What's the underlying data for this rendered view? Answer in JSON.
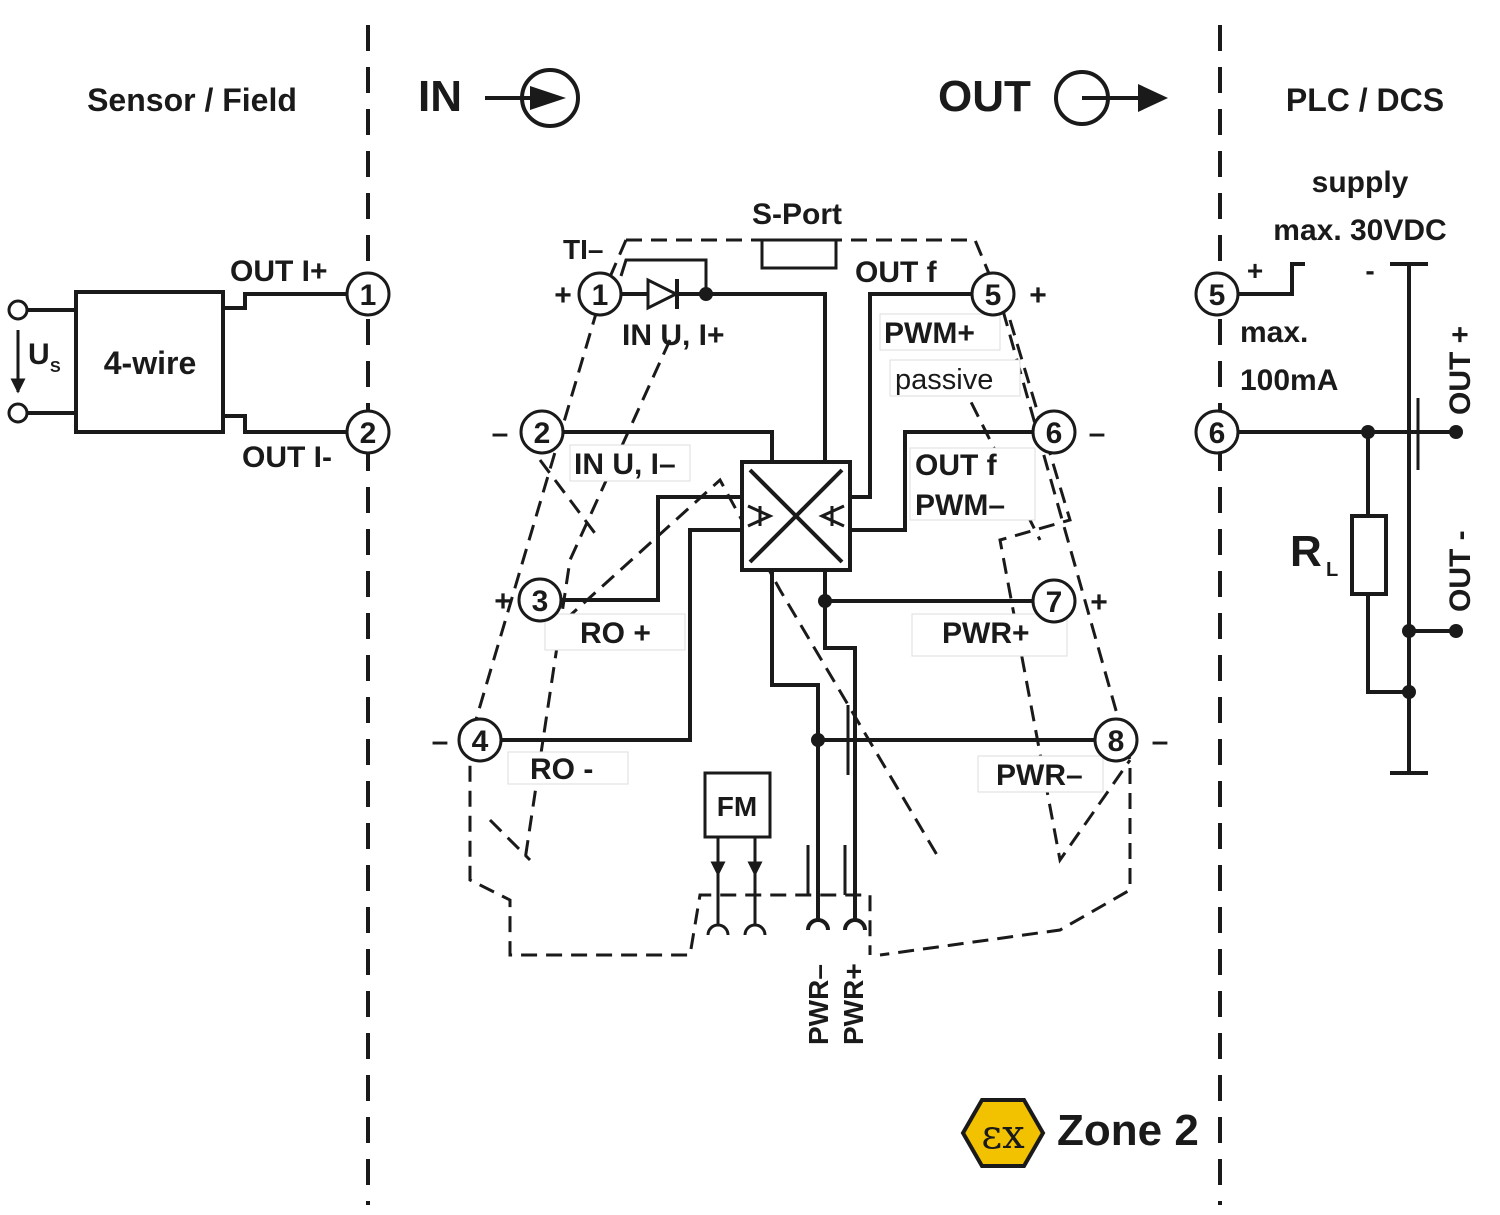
{
  "zones": {
    "sensor_field": "Sensor / Field",
    "in": "IN",
    "out": "OUT",
    "plc_dcs": "PLC / DCS"
  },
  "sensor": {
    "device": "4-wire",
    "supply_symbol": "U",
    "supply_subscript": "S",
    "out_plus": "OUT I+",
    "out_minus": "OUT I-"
  },
  "module": {
    "s_port": "S-Port",
    "ti_minus": "TI–",
    "in_u_iplus": "IN U, I+",
    "in_u_iminus": "IN U, I–",
    "ro_plus": "RO +",
    "ro_minus": "RO -",
    "out_f_top": "OUT f",
    "pwm_plus": "PWM+",
    "passive": "passive",
    "out_f_mid": "OUT f",
    "pwm_minus": "PWM–",
    "pwr_plus": "PWR+",
    "pwr_minus": "PWR–",
    "fm": "FM",
    "bus_pwr_minus": "PWR–",
    "bus_pwr_plus": "PWR+"
  },
  "terminals": {
    "sensor": [
      "1",
      "2"
    ],
    "module_left": [
      "1",
      "2",
      "3",
      "4"
    ],
    "module_right": [
      "5",
      "6",
      "7",
      "8"
    ],
    "plc": [
      "5",
      "6"
    ]
  },
  "polarity": {
    "t1": "+",
    "t2": "–",
    "t3": "+",
    "t4": "–",
    "t5": "+",
    "t6": "–",
    "t7": "+",
    "t8": "–"
  },
  "plc": {
    "supply": "supply",
    "supply_max": "max. 30VDC",
    "plus": "+",
    "minus": "-",
    "current_max": "max.",
    "current_value": "100mA",
    "rl": "R",
    "rl_subscript": "L",
    "out_plus": "OUT +",
    "out_minus": "OUT -"
  },
  "zone": {
    "ex_mark": "εx",
    "label": "Zone 2"
  },
  "colors": {
    "ex_badge": "#f2c200",
    "ink": "#1a1a1a"
  }
}
